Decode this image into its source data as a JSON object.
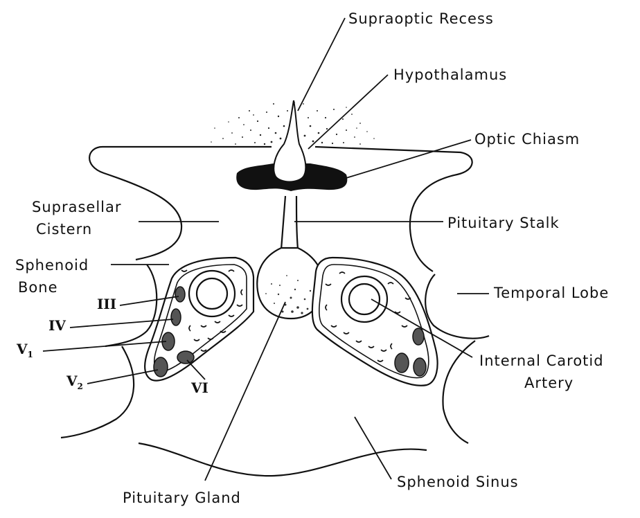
{
  "labels": {
    "supraoptic_recess": "Supraoptic Recess",
    "hypothalamus": "Hypothalamus",
    "optic_chiasm": "Optic Chiasm",
    "suprasellar_cistern_1": "Suprasellar",
    "suprasellar_cistern_2": "Cistern",
    "pituitary_stalk": "Pituitary Stalk",
    "sphenoid_bone_1": "Sphenoid",
    "sphenoid_bone_2": "Bone",
    "temporal_lobe": "Temporal Lobe",
    "internal_carotid_1": "Internal Carotid",
    "internal_carotid_2": "Artery",
    "pituitary_gland": "Pituitary Gland",
    "sphenoid_sinus": "Sphenoid Sinus"
  },
  "cranial_nerves": {
    "n3": "III",
    "n4": "IV",
    "n5": "V",
    "n5_1_sub": "1",
    "n5_2_sub": "2",
    "n6": "VI"
  }
}
